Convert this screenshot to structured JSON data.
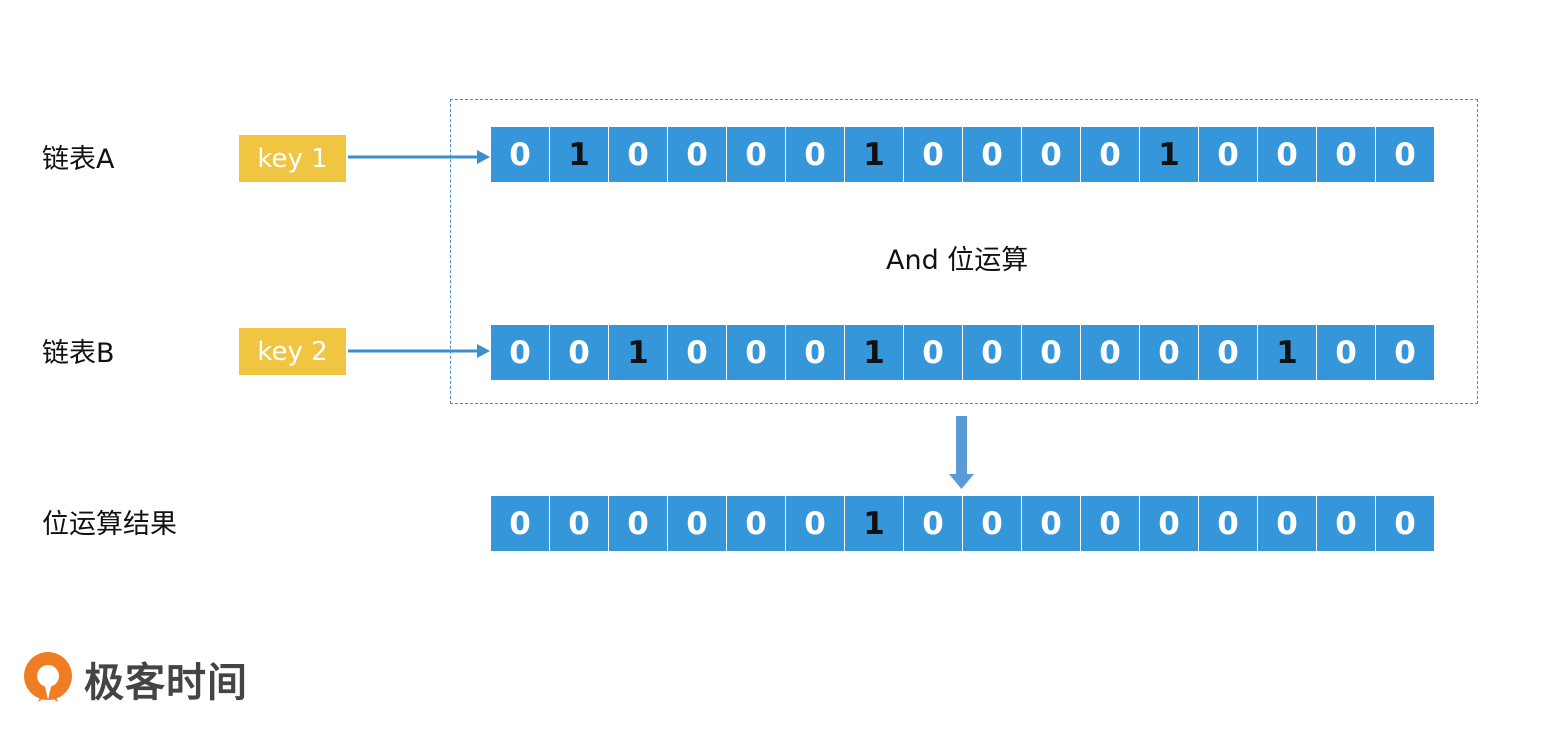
{
  "colors": {
    "cell": "#3596da",
    "key": "#f0c542",
    "arrow": "#3b8fce",
    "down_arrow": "#5b9bd5",
    "dash": "#4a8fc4",
    "logo_orange": "#ef7d23"
  },
  "rows": [
    {
      "label": "链表A",
      "key": "key 1",
      "bits": [
        "0",
        "1",
        "0",
        "0",
        "0",
        "0",
        "1",
        "0",
        "0",
        "0",
        "0",
        "1",
        "0",
        "0",
        "0",
        "0"
      ]
    },
    {
      "label": "链表B",
      "key": "key 2",
      "bits": [
        "0",
        "0",
        "1",
        "0",
        "0",
        "0",
        "1",
        "0",
        "0",
        "0",
        "0",
        "0",
        "0",
        "1",
        "0",
        "0"
      ]
    }
  ],
  "operation_label": "And 位运算",
  "result": {
    "label": "位运算结果",
    "bits": [
      "0",
      "0",
      "0",
      "0",
      "0",
      "0",
      "1",
      "0",
      "0",
      "0",
      "0",
      "0",
      "0",
      "0",
      "0",
      "0"
    ]
  },
  "logo": {
    "icon": "geektime-logo-icon",
    "text": "极客时间"
  }
}
